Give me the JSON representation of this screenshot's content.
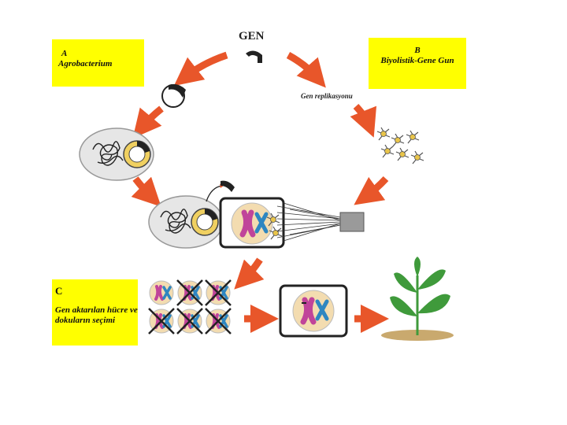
{
  "title": "GEN",
  "box_a": {
    "letter": "A",
    "text": "Agrobacterium"
  },
  "box_b": {
    "letter": "B",
    "text": "Biyolistik-Gene Gun"
  },
  "box_c": {
    "letter": "C",
    "text": "Gen aktarılan hücre ve dokuların seçimi"
  },
  "gene_replication_label": "Gen replikasyonu",
  "colors": {
    "label_bg": "#ffff00",
    "arrow": "#e8562a",
    "chromosome_pink": "#c0449a",
    "chromosome_blue": "#2e86c1",
    "cell_fill": "#f3dcb0",
    "plant_green": "#3f9a3b"
  }
}
